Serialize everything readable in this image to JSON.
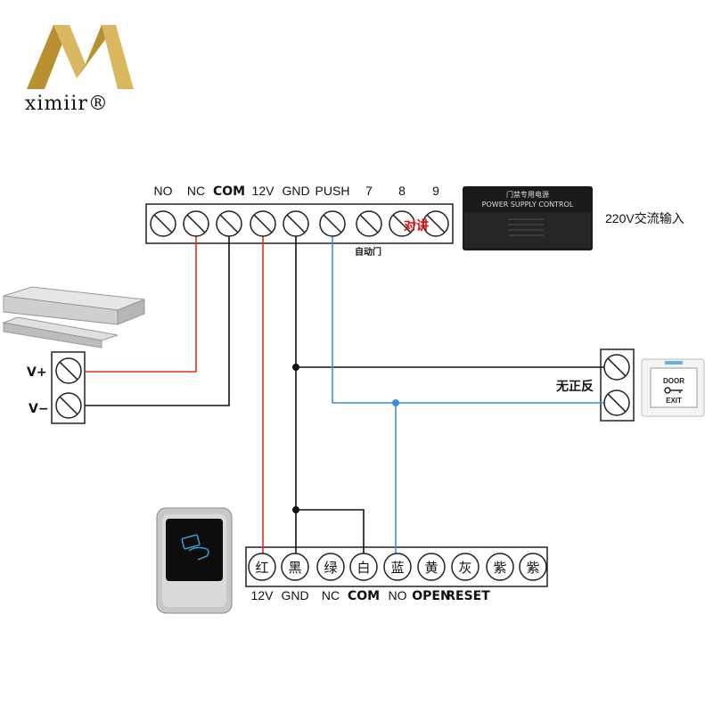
{
  "brand": {
    "name": "ximiir®",
    "logo_color": "#b8902f"
  },
  "top_block": {
    "labels": [
      "NO",
      "NC",
      "COM",
      "12V",
      "GND",
      "PUSH",
      "7",
      "8",
      "9"
    ],
    "intercom_label": "对讲",
    "auto_door_label": "自动门"
  },
  "power_supply": {
    "label_cn": "门禁专用电源",
    "label_en": "POWER SUPPLY CONTROL",
    "input_label": "220V交流输入"
  },
  "lock": {
    "plus_label": "V+",
    "minus_label": "V−"
  },
  "exit_button": {
    "polarity_label": "无正反",
    "door_text": "DOOR",
    "exit_text": "EXIT"
  },
  "reader_block": {
    "colors": [
      "红",
      "黑",
      "绿",
      "白",
      "蓝",
      "黄",
      "灰",
      "紫",
      "紫"
    ],
    "bottom_labels": [
      "12V",
      "GND",
      "NC",
      "COM",
      "NO",
      "OPEN",
      "RESET"
    ]
  },
  "wire_colors": {
    "red": "#e03020",
    "black": "#111111",
    "blue": "#3a8fd8"
  }
}
